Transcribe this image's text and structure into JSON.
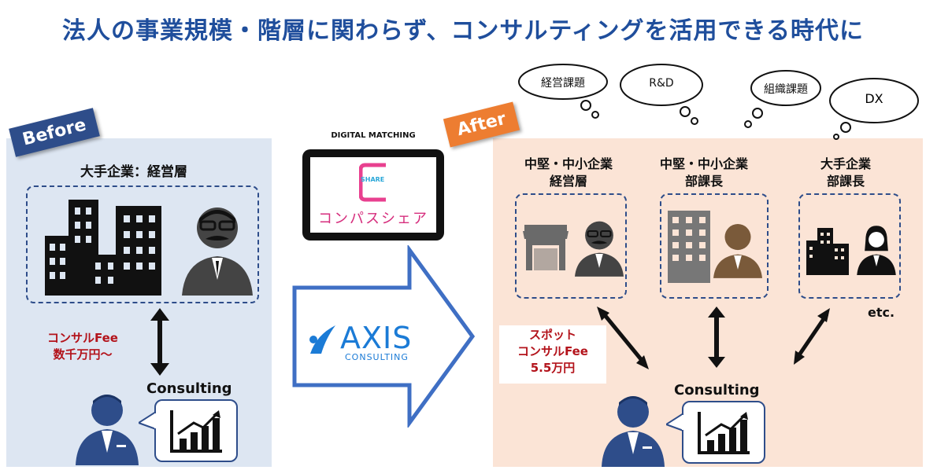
{
  "title": "法人の事業規模・階層に関わらず、コンサルティングを活用できる時代に",
  "before": {
    "ribbon": "Before",
    "group_label": "大手企業：経営層",
    "fee_line1": "コンサルFee",
    "fee_line2": "数千万円～",
    "consulting_label": "Consulting"
  },
  "middle": {
    "digital_matching": "DIGITAL MATCHING",
    "share_logo": "SHARE",
    "compass_share": "コンパスシェア",
    "axis_brand": "AXIS",
    "axis_sub": "CONSULTING"
  },
  "after": {
    "ribbon": "After",
    "groups": [
      {
        "line1": "中堅・中小企業",
        "line2": "経営層"
      },
      {
        "line1": "中堅・中小企業",
        "line2": "部課長"
      },
      {
        "line1": "大手企業",
        "line2": "部課長"
      }
    ],
    "etc": "etc.",
    "spot_line1": "スポット",
    "spot_line2": "コンサルFee",
    "spot_line3": "5.5万円",
    "consulting_label": "Consulting"
  },
  "clouds": [
    "経営課題",
    "R&D",
    "組織課題",
    "DX"
  ],
  "colors": {
    "navy": "#1f4e9c",
    "orange": "#ed7d31",
    "red": "#b3131b",
    "panel_blue": "#dde6f2",
    "panel_peach": "#fbe4d6"
  }
}
